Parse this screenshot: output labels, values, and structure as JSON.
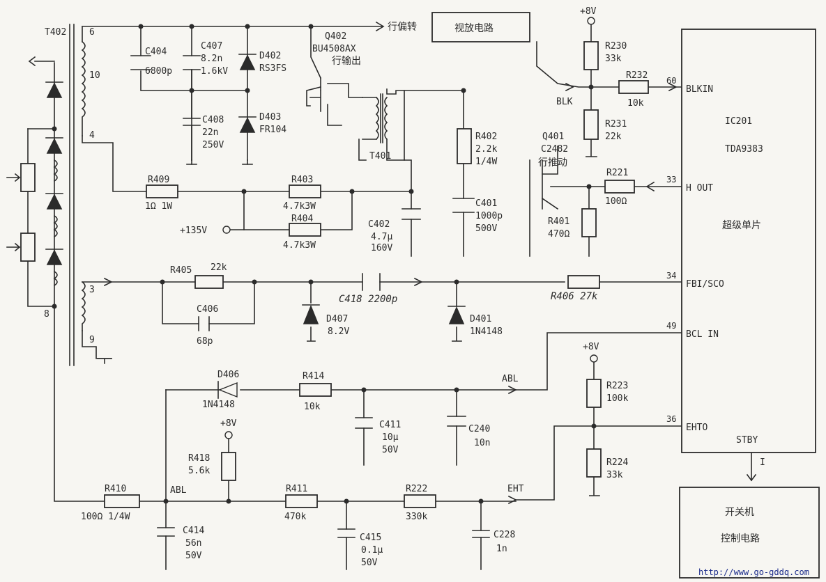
{
  "labels": {
    "t402": "T402",
    "p6": "6",
    "p10": "10",
    "p4": "4",
    "p3": "3",
    "p9": "9",
    "p8": "8",
    "hdefl": "行偏转",
    "video_box": "视放电路",
    "plus8_1": "+8V",
    "plus8_2": "+8V",
    "plus8_3": "+8V",
    "c404a": "C404",
    "c404b": "6800p",
    "c407a": "C407",
    "c407b": "8.2n",
    "c407c": "1.6kV",
    "d402a": "D402",
    "d402b": "RS3FS",
    "q402a": "Q402",
    "q402b": "BU4508AX",
    "q402c": "行输出",
    "c408a": "C408",
    "c408b": "22n",
    "c408c": "250V",
    "d403a": "D403",
    "d403b": "FR104",
    "t401": "T401",
    "r402a": "R402",
    "r402b": "2.2k",
    "r402c": "1/4W",
    "q401a": "Q401",
    "q401b": "C2482",
    "q401c": "行推动",
    "r230a": "R230",
    "r230b": "33k",
    "r232a": "R232",
    "r232b": "10k",
    "blk": "BLK",
    "r231a": "R231",
    "r231b": "22k",
    "r221a": "R221",
    "r221b": "100Ω",
    "r409a": "R409",
    "r409b": "1Ω 1W",
    "r403a": "R403",
    "r403b": "4.7k3W",
    "r404a": "R404",
    "r404b": "4.7k3W",
    "plus135": "+135V",
    "c402a": "C402",
    "c402b": "4.7μ",
    "c402c": "160V",
    "c401a": "C401",
    "c401b": "1000p",
    "c401c": "500V",
    "r401a": "R401",
    "r401b": "470Ω",
    "r405a": "R405",
    "r405b": "22k",
    "c406a": "C406",
    "c406b": "68p",
    "c418": "C418 2200p",
    "r406": "R406 27k",
    "d407a": "D407",
    "d407b": "8.2V",
    "d401a": "D401",
    "d401b": "1N4148",
    "d406a": "D406",
    "d406b": "1N4148",
    "r414a": "R414",
    "r414b": "10k",
    "abl1": "ABL",
    "abl2": "ABL",
    "c411a": "C411",
    "c411b": "10μ",
    "c411c": "50V",
    "c240a": "C240",
    "c240b": "10n",
    "r223a": "R223",
    "r223b": "100k",
    "r224a": "R224",
    "r224b": "33k",
    "r418a": "R418",
    "r418b": "5.6k",
    "r410a": "R410",
    "r410b": "100Ω 1/4W",
    "r411a": "R411",
    "r411b": "470k",
    "r222a": "R222",
    "r222b": "330k",
    "eht": "EHT",
    "c414a": "C414",
    "c414b": "56n",
    "c414c": "50V",
    "c415a": "C415",
    "c415b": "0.1μ",
    "c415c": "50V",
    "c228a": "C228",
    "c228b": "1n",
    "ic_ref": "IC201",
    "ic_part": "TDA9383",
    "ic_desc": "超级单片",
    "pin60": "60",
    "pin_blkin": "BLKIN",
    "pin33": "33",
    "pin_hout": "H OUT",
    "pin34": "34",
    "pin_fbi": "FBI/SCO",
    "pin49": "49",
    "pin_bcl": "BCL IN",
    "pin36": "36",
    "pin_ehto": "EHTO",
    "pin_stby": "STBY",
    "stby_i": "I",
    "ctrl1": "开关机",
    "ctrl2": "控制电路",
    "watermark": "http://www.go-gddq.com"
  }
}
